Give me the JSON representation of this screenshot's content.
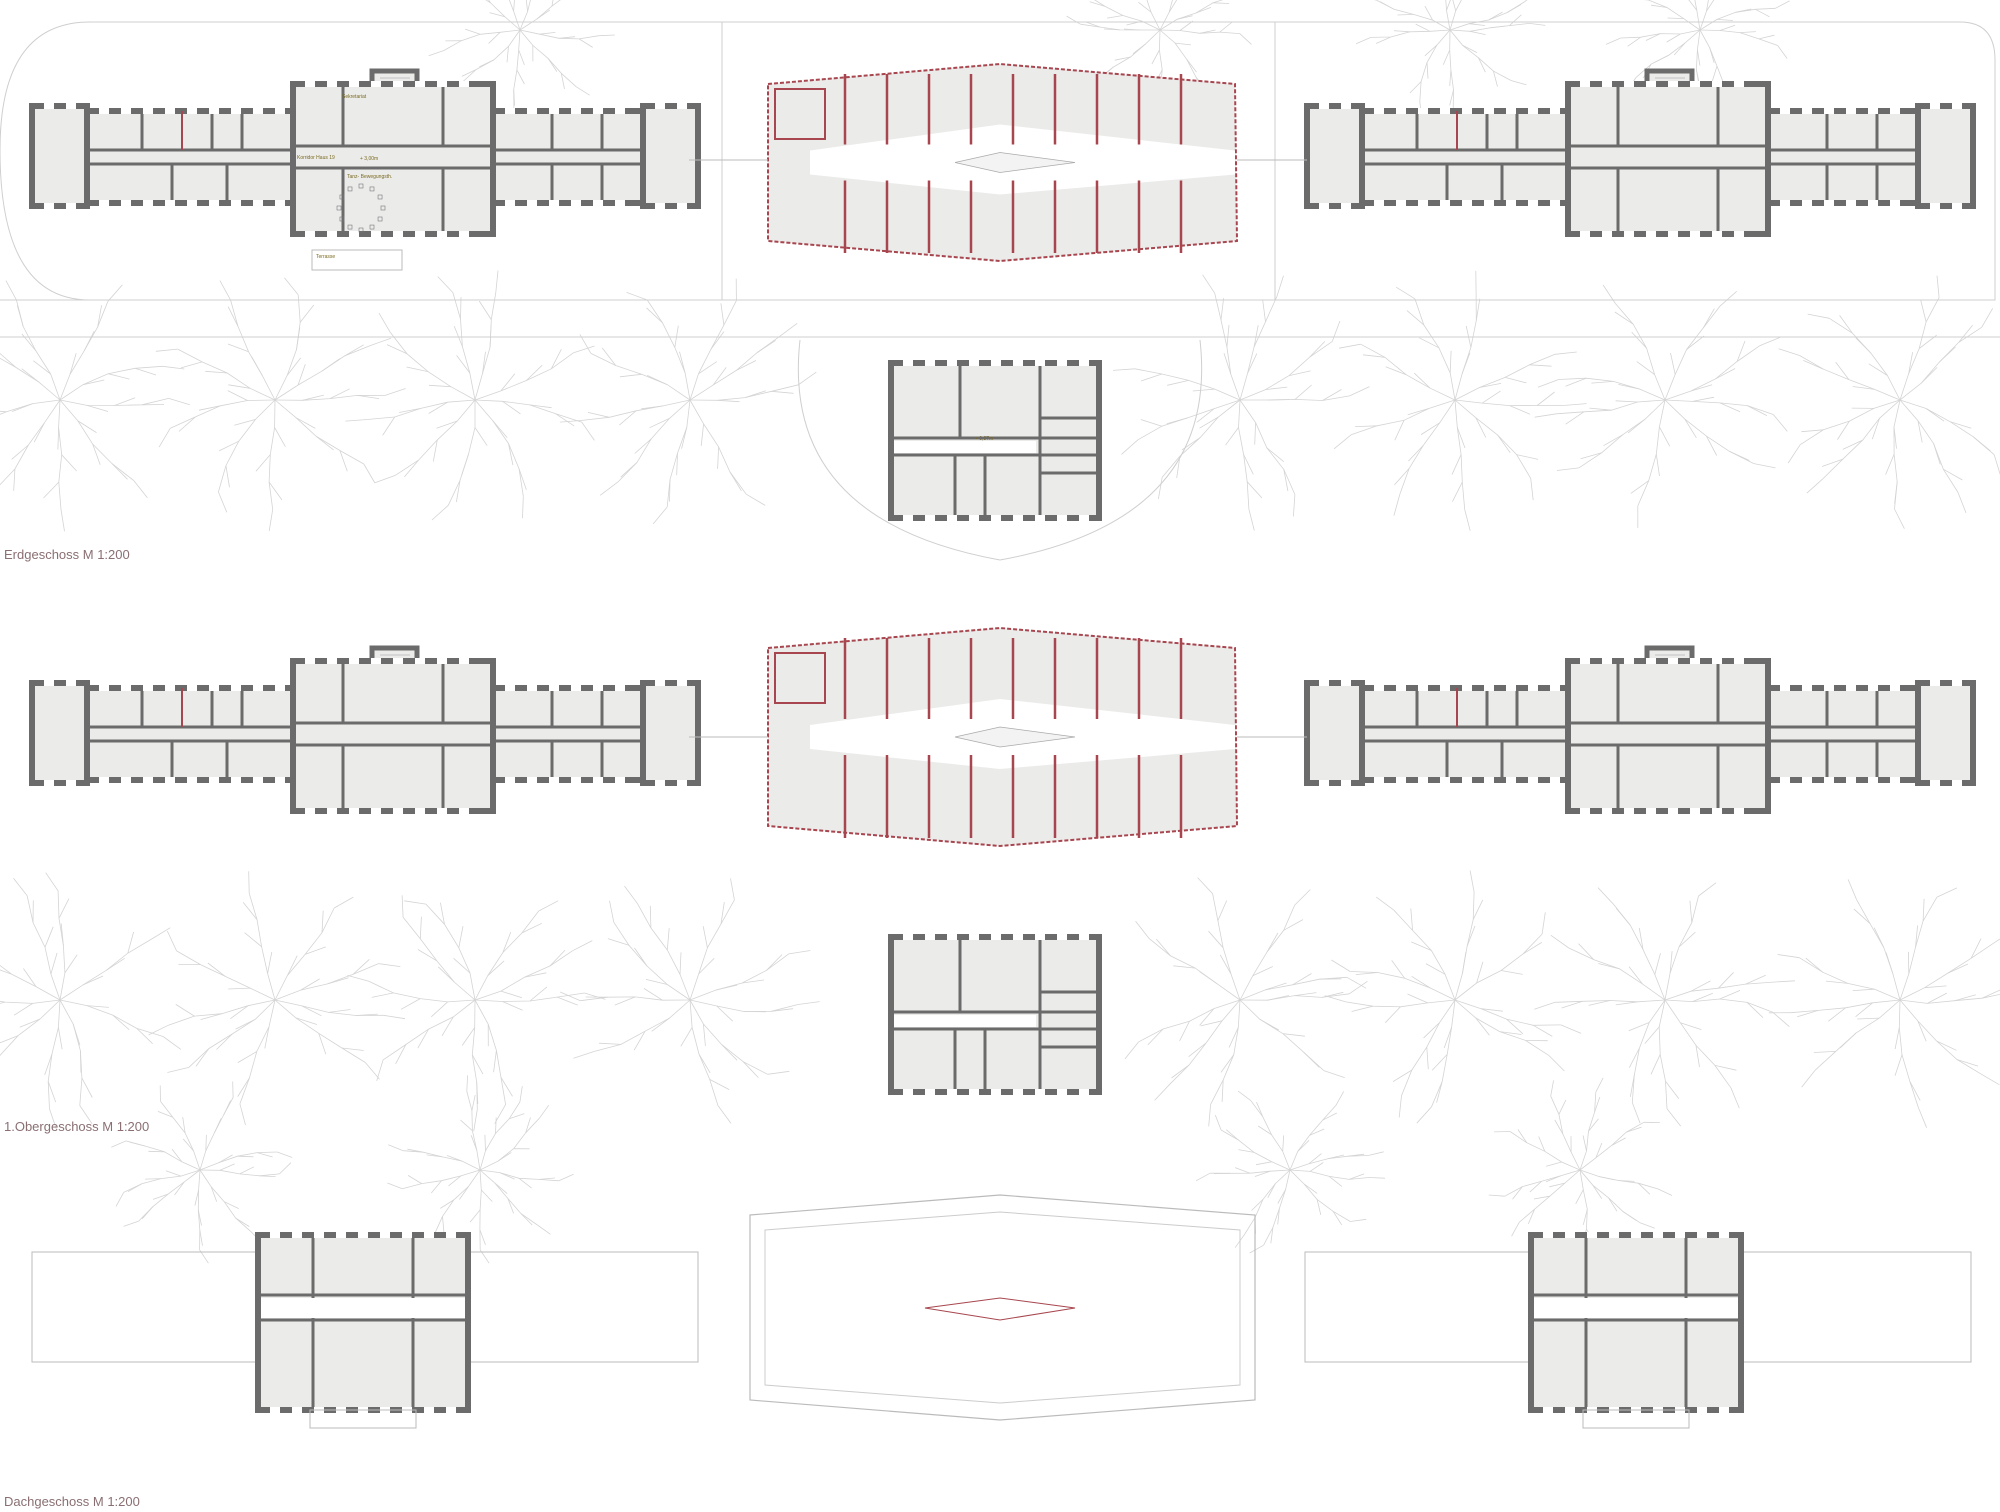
{
  "floors": [
    {
      "title": "Erdgeschoss M 1:200"
    },
    {
      "title": "1.Obergeschoss M 1:200"
    },
    {
      "title": "Dachgeschoss M 1:200"
    }
  ],
  "labels": {
    "secretariat": "Sekretariat",
    "corridor": "Korridor Haus 19",
    "dance": "Tanz- Bewegungsth.",
    "terrace": "Terrasse",
    "level_ground": "+ 3,00m",
    "level_center": "+ 0,37m"
  },
  "colors": {
    "wall": "#6b6b6b",
    "room": "#ebebea",
    "accent": "#a8464f",
    "tree": "#d4d4d4",
    "title": "#8a6f72"
  }
}
